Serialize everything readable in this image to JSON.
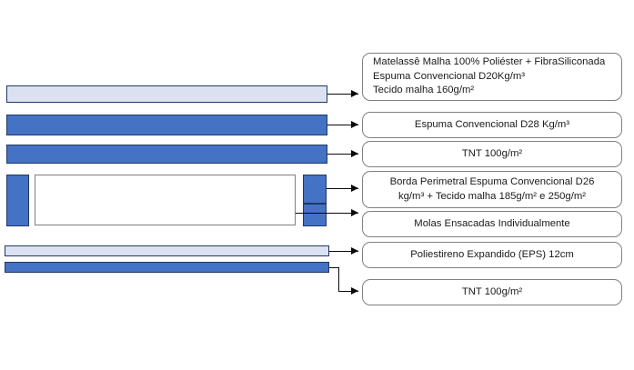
{
  "diagram": {
    "title": "Mattress layer composition cross-section",
    "colors": {
      "foam_blue": "#4472C4",
      "light_layer": "#DCE1F2",
      "bar_outline": "#1F3864",
      "box_outline": "#808080",
      "connector": "#0A0A0A",
      "background": "#FFFFFF"
    }
  },
  "layers": [
    {
      "id": "top-cover",
      "name": "top-cover-layer",
      "fill": "light"
    },
    {
      "id": "foam-d28",
      "name": "foam-d28-layer",
      "fill": "blue"
    },
    {
      "id": "tnt-upper",
      "name": "tnt-upper-layer",
      "fill": "blue"
    },
    {
      "id": "border-left",
      "name": "perimeter-border-left",
      "fill": "blue"
    },
    {
      "id": "spring-core",
      "name": "spring-core",
      "fill": "white"
    },
    {
      "id": "border-right-top",
      "name": "perimeter-border-right-top",
      "fill": "blue"
    },
    {
      "id": "border-right-bottom",
      "name": "perimeter-border-right-bottom",
      "fill": "blue"
    },
    {
      "id": "eps-base",
      "name": "eps-base-layer",
      "fill": "light"
    },
    {
      "id": "tnt-lower",
      "name": "tnt-lower-layer",
      "fill": "blue"
    }
  ],
  "labels": {
    "cover": {
      "line1": "Matelassê Malha 100% Poliéster + FibraSiliconada",
      "line2": "Espuma Convencional D20Kg/m³",
      "line3": "Tecido malha 160g/m²"
    },
    "foam_d28": {
      "line1": "Espuma Convencional D28 Kg/m³"
    },
    "tnt_upper": {
      "line1": "TNT 100g/m²"
    },
    "border": {
      "line1": "Borda Perimetral Espuma Convencional D26",
      "line2": "kg/m³ + Tecido malha 185g/m² e 250g/m²"
    },
    "springs": {
      "line1": "Molas Ensacadas Individualmente"
    },
    "eps": {
      "line1": "Poliestireno Expandido (EPS) 12cm"
    },
    "tnt_lower": {
      "line1": "TNT 100g/m²"
    }
  }
}
